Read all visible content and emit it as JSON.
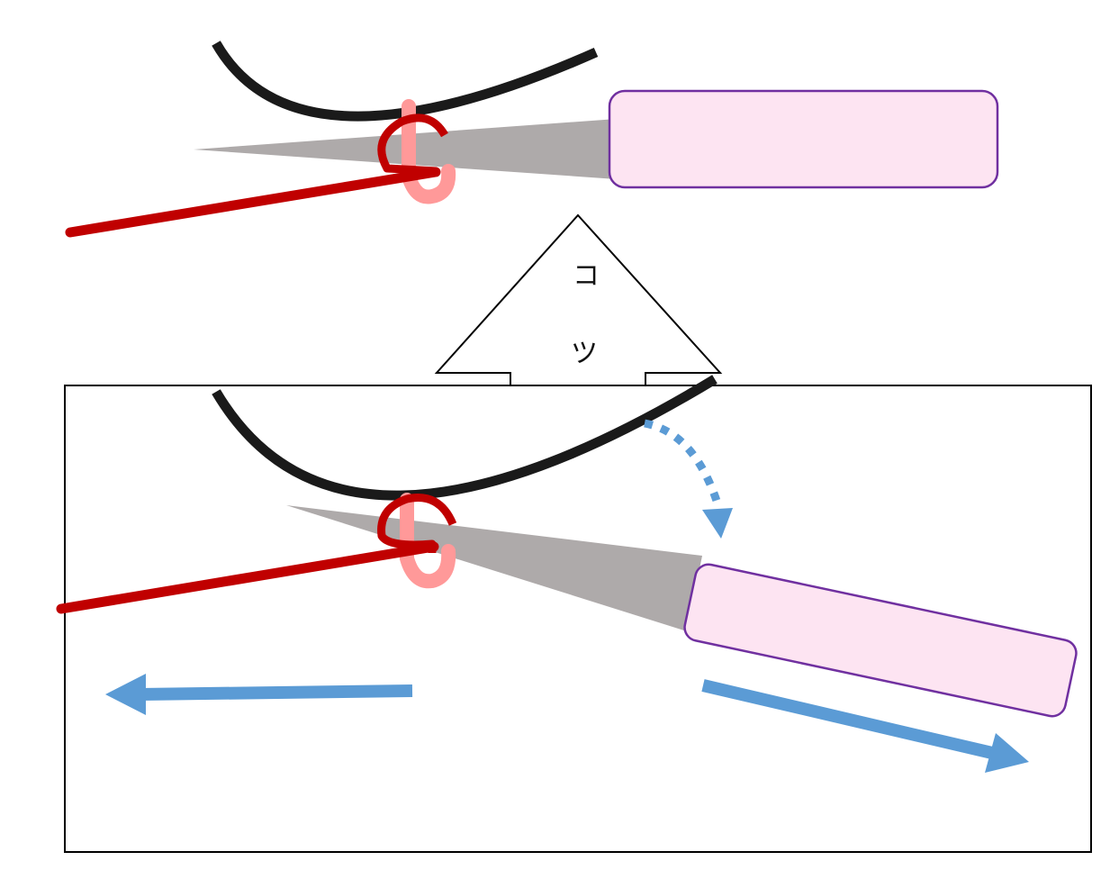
{
  "callout": {
    "char_1": "コ",
    "char_2": "ツ"
  },
  "colors": {
    "thread_black": "#1a1a1a",
    "suture_red": "#c00000",
    "suture_loop_pink": "#ff9999",
    "needle_gray": "#aeaaaa",
    "handle_fill": "#fde4f2",
    "handle_border": "#7030a0",
    "arrow_blue": "#5b9bd5",
    "frame": "#000000"
  },
  "icons": [
    "curved-thread",
    "needle-holder",
    "suture-loop",
    "motion-arrow",
    "rotation-arrow",
    "tip-callout"
  ]
}
